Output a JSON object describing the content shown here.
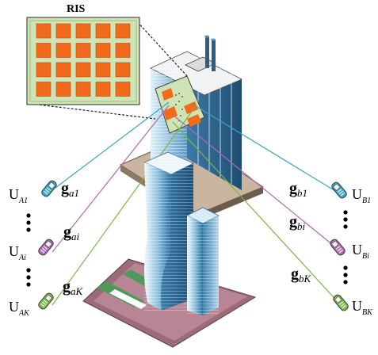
{
  "ris": {
    "title": "RIS"
  },
  "users_a": [
    {
      "main": "U",
      "sub": "A1"
    },
    {
      "main": "U",
      "sub": "Ai"
    },
    {
      "main": "U",
      "sub": "AK"
    }
  ],
  "users_b": [
    {
      "main": "U",
      "sub": "B1"
    },
    {
      "main": "U",
      "sub": "Bi"
    },
    {
      "main": "U",
      "sub": "BK"
    }
  ],
  "channels_a": [
    {
      "main": "g",
      "sub": "a1"
    },
    {
      "main": "g",
      "sub": "ai"
    },
    {
      "main": "g",
      "sub": "aK"
    }
  ],
  "channels_b": [
    {
      "main": "g",
      "sub": "b1"
    },
    {
      "main": "g",
      "sub": "bi"
    },
    {
      "main": "g",
      "sub": "bK"
    }
  ],
  "colors": {
    "link_1": "#3aa6c4",
    "link_i": "#b06ab3",
    "link_K": "#7ab648",
    "ris_element": "#f26b1d",
    "ris_panel": "#cfe3b4"
  }
}
